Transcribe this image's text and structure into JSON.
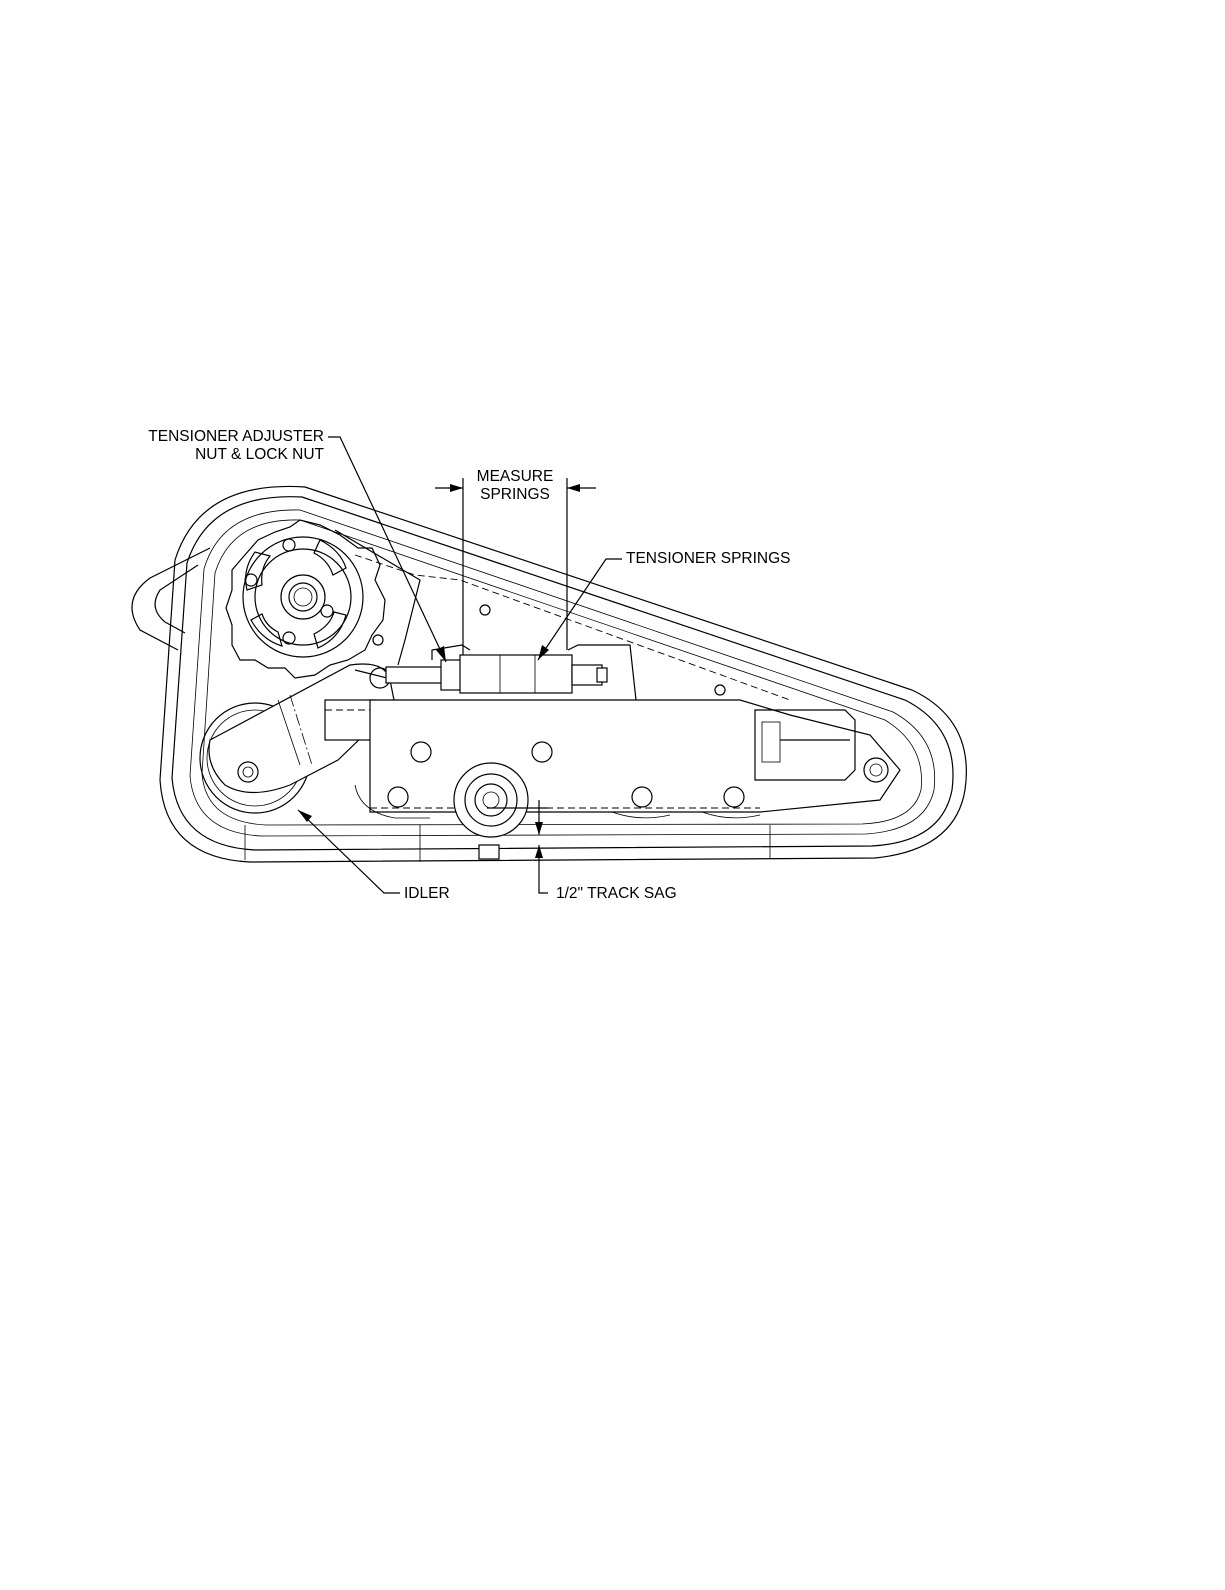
{
  "labels": {
    "tensioner_adjuster_line1": "TENSIONER ADJUSTER",
    "tensioner_adjuster_line2": "NUT & LOCK NUT",
    "measure_line1": "MEASURE",
    "measure_line2": "SPRINGS",
    "tensioner_springs": "TENSIONER SPRINGS",
    "idler": "IDLER",
    "track_sag": "1/2\" TRACK SAG"
  }
}
